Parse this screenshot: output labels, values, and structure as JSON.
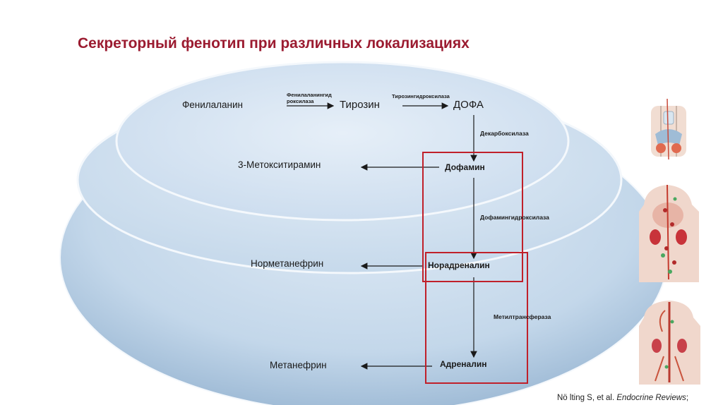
{
  "slide": {
    "title": "Секреторный фенотип при различных локализациях",
    "citation": {
      "authors": "Nö  lting S, et al. ",
      "journal": "Endocrine Reviews",
      "tail": ";"
    }
  },
  "pathway": {
    "phenylalanine": "Фенилаланин",
    "enzyme_pah_line1": "Фенилаланингид",
    "enzyme_pah_line2": "роксилаза",
    "tyrosine": "Тирозин",
    "enzyme_th": "Тирозингидроксилаза",
    "dopa": "ДОФА",
    "enzyme_ddc": "Декарбоксилаза",
    "methoxytyramine": "3-Метокситирамин",
    "dopamine": "Дофамин",
    "enzyme_dbh": "Дофамингидроксилаза",
    "normetanephrine": "Норметанефрин",
    "noradrenaline": "Норадреналин",
    "enzyme_pnmt": "Метилтрансфераза",
    "metanephrine": "Метанефрин",
    "adrenaline": "Адреналин"
  },
  "colors": {
    "title": "#9b1b30",
    "highlight_box": "#c0202a",
    "ellipse_fill": "#c8dcee",
    "ellipse_stroke": "#e8f0f8"
  },
  "icons": {
    "head_neck": "head-neck-anatomy-icon",
    "torso_adrenal": "torso-adrenal-anatomy-icon",
    "torso_paraganglia": "torso-paraganglia-anatomy-icon"
  }
}
